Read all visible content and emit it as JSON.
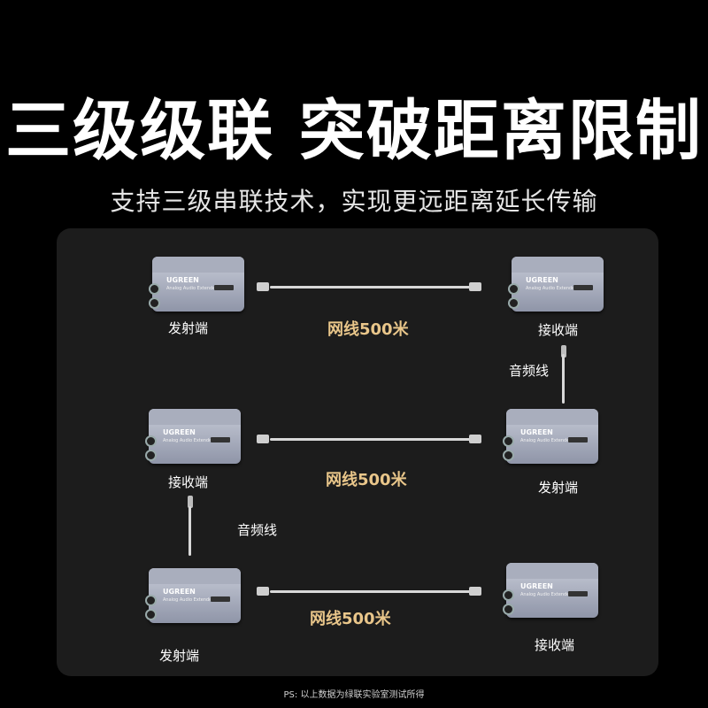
{
  "header": {
    "title": "三级级联 突破距离限制",
    "subtitle": "支持三级串联技术，实现更远距离延长传输"
  },
  "device": {
    "brand": "UGREEN",
    "model": "Analog Audio Extender"
  },
  "rows": [
    {
      "left_label": "发射端",
      "right_label": "接收端",
      "cable_label": "网线500米"
    },
    {
      "left_label": "接收端",
      "right_label": "发射端",
      "cable_label": "网线500米"
    },
    {
      "left_label": "发射端",
      "right_label": "接收端",
      "cable_label": "网线500米"
    }
  ],
  "audio_cable_label": "音频线",
  "footnote": "PS: 以上数据为绿联实验室测试所得"
}
